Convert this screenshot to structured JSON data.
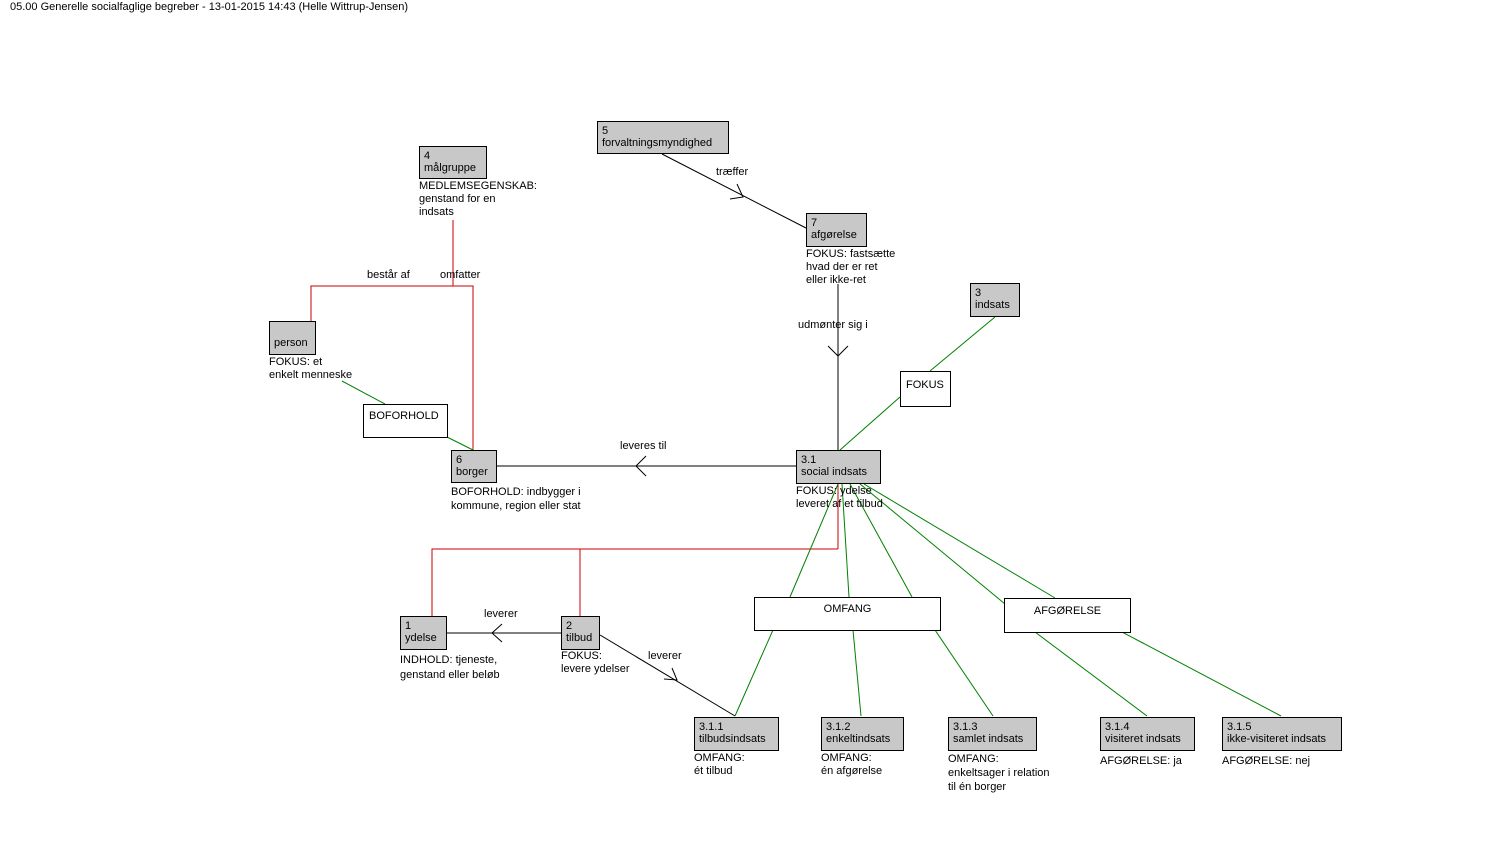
{
  "header": "05.00 Generelle socialfaglige begreber - 13-01-2015 14:43 (Helle Wittrup-Jensen)",
  "colors": {
    "concept_fill": "#c8c8c8",
    "generic_line": "#cc0000",
    "characteristic_line": "#008000",
    "association_line": "#000000"
  },
  "concepts": {
    "c4": {
      "num": "4",
      "name": "målgruppe"
    },
    "c5": {
      "num": "5",
      "name": "forvaltningsmyndighed"
    },
    "c7": {
      "num": "7",
      "name": "afgørelse"
    },
    "c3": {
      "num": "3",
      "name": "indsats"
    },
    "person": {
      "num": "",
      "name": "person"
    },
    "c6": {
      "num": "6",
      "name": "borger"
    },
    "c31": {
      "num": "3.1",
      "name": "social indsats"
    },
    "c1": {
      "num": "1",
      "name": "ydelse"
    },
    "c2": {
      "num": "2",
      "name": "tilbud"
    },
    "c311": {
      "num": "3.1.1",
      "name": "tilbudsindsats"
    },
    "c312": {
      "num": "3.1.2",
      "name": "enkeltindsats"
    },
    "c313": {
      "num": "3.1.3",
      "name": "samlet indsats"
    },
    "c314": {
      "num": "3.1.4",
      "name": "visiteret indsats"
    },
    "c315": {
      "num": "3.1.5",
      "name": "ikke-visiteret indsats"
    }
  },
  "characteristics": {
    "boforhold": "BOFORHOLD",
    "fokus": "FOKUS",
    "omfang": "OMFANG",
    "afgorelse": "AFGØRELSE"
  },
  "notes": {
    "c4": [
      "MEDLEMSEGENSKAB:",
      "genstand for en",
      "indsats"
    ],
    "c7": [
      "FOKUS: fastsætte",
      "hvad der er ret",
      "eller ikke-ret"
    ],
    "person": [
      "FOKUS: et",
      "enkelt menneske"
    ],
    "c6": [
      "BOFORHOLD: indbygger i",
      "kommune, region eller stat"
    ],
    "c31": [
      "FOKUS: ydelse",
      "leveret af et tilbud"
    ],
    "c1": [
      "INDHOLD: tjeneste,",
      "genstand eller beløb"
    ],
    "c2": [
      "FOKUS:",
      "levere ydelser"
    ],
    "c311": [
      "OMFANG:",
      "ét tilbud"
    ],
    "c312": [
      "OMFANG:",
      "én afgørelse"
    ],
    "c313": [
      "OMFANG:",
      "enkeltsager i relation",
      "til én borger"
    ],
    "c314": [
      "AFGØRELSE: ja"
    ],
    "c315": [
      "AFGØRELSE: nej"
    ]
  },
  "relations": {
    "traeffer": "træffer",
    "bestar_af": "består af",
    "omfatter": "omfatter",
    "udmonter": "udmønter sig i",
    "leveres_til": "leveres til",
    "leverer_1": "leverer",
    "leverer_2": "leverer"
  }
}
